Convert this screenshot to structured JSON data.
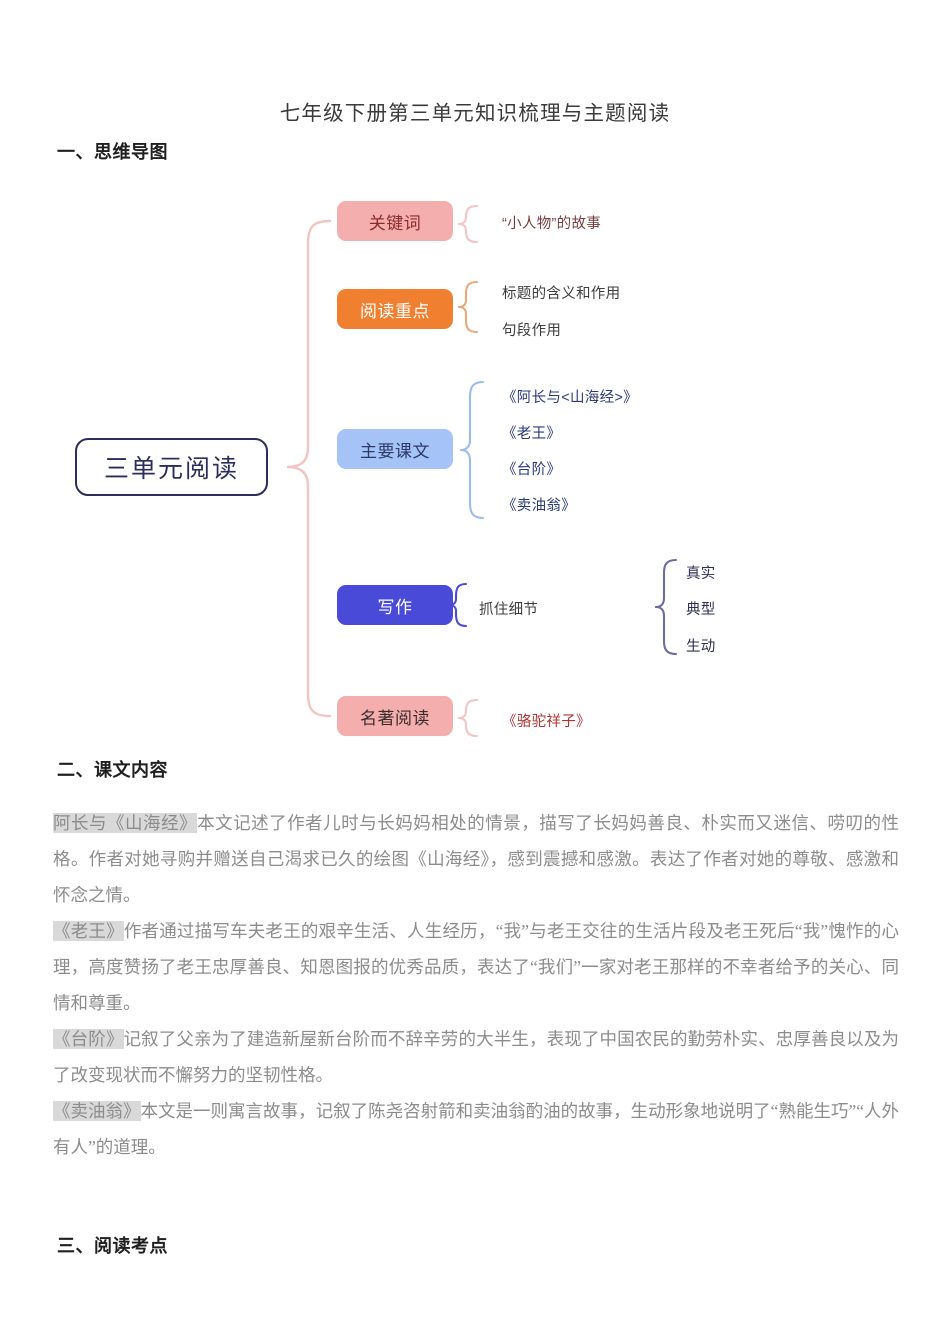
{
  "document": {
    "title": "七年级下册第三单元知识梳理与主题阅读"
  },
  "sections": {
    "one": "一、思维导图",
    "two": "二、课文内容",
    "three": "三、阅读考点"
  },
  "mindmap": {
    "root": "三单元阅读",
    "branches": [
      {
        "node": "关键词",
        "color": "#f5aeae",
        "text_color": "#8a2c2c",
        "leaves": [
          "“小人物”的故事"
        ]
      },
      {
        "node": "阅读重点",
        "color": "#f08030",
        "text_color": "#ffffff",
        "leaves": [
          "标题的含义和作用",
          "句段作用"
        ]
      },
      {
        "node": "主要课文",
        "color": "#a6c3f7",
        "text_color": "#2b3a66",
        "leaves": [
          "《阿长与<山海经>》",
          "《老王》",
          "《台阶》",
          "《卖油翁》"
        ]
      },
      {
        "node": "写作",
        "color": "#4a4ad8",
        "text_color": "#ffffff",
        "leaves": [
          "抓住细节"
        ],
        "sub_leaves": [
          "真实",
          "典型",
          "生动"
        ]
      },
      {
        "node": "名著阅读",
        "color": "#f5aeae",
        "text_color": "#3a2b2b",
        "leaves": [
          "《骆驼祥子》"
        ]
      }
    ],
    "brace_colors": {
      "main": "#f2c4c4",
      "keyword": "#f2c4c4",
      "focus": "#e8a877",
      "texts": "#9bbcea",
      "writing": "#4a4ad8",
      "detail": "#6b6b9e",
      "classic": "#f2c4c4"
    }
  },
  "lessons": {
    "lesson_1": {
      "label": "阿长与《山海经》",
      "body": "本文记述了作者儿时与长妈妈相处的情景，描写了长妈妈善良、朴实而又迷信、唠叨的性格。作者对她寻购并赠送自己渴求已久的绘图《山海经》，感到震撼和感激。表达了作者对她的尊敬、感激和怀念之情。"
    },
    "lesson_2": {
      "label": "《老王》",
      "body": "作者通过描写车夫老王的艰辛生活、人生经历，“我”与老王交往的生活片段及老王死后“我”愧怍的心理，高度赞扬了老王忠厚善良、知恩图报的优秀品质，表达了“我们”一家对老王那样的不幸者给予的关心、同情和尊重。"
    },
    "lesson_3": {
      "label": "《台阶》",
      "body": "记叙了父亲为了建造新屋新台阶而不辞辛劳的大半生，表现了中国农民的勤劳朴实、忠厚善良以及为了改变现状而不懈努力的坚韧性格。"
    },
    "lesson_4": {
      "label": "《卖油翁》",
      "body": "本文是一则寓言故事，记叙了陈尧咨射箭和卖油翁酌油的故事，生动形象地说明了“熟能生巧”“人外有人”的道理。"
    }
  }
}
